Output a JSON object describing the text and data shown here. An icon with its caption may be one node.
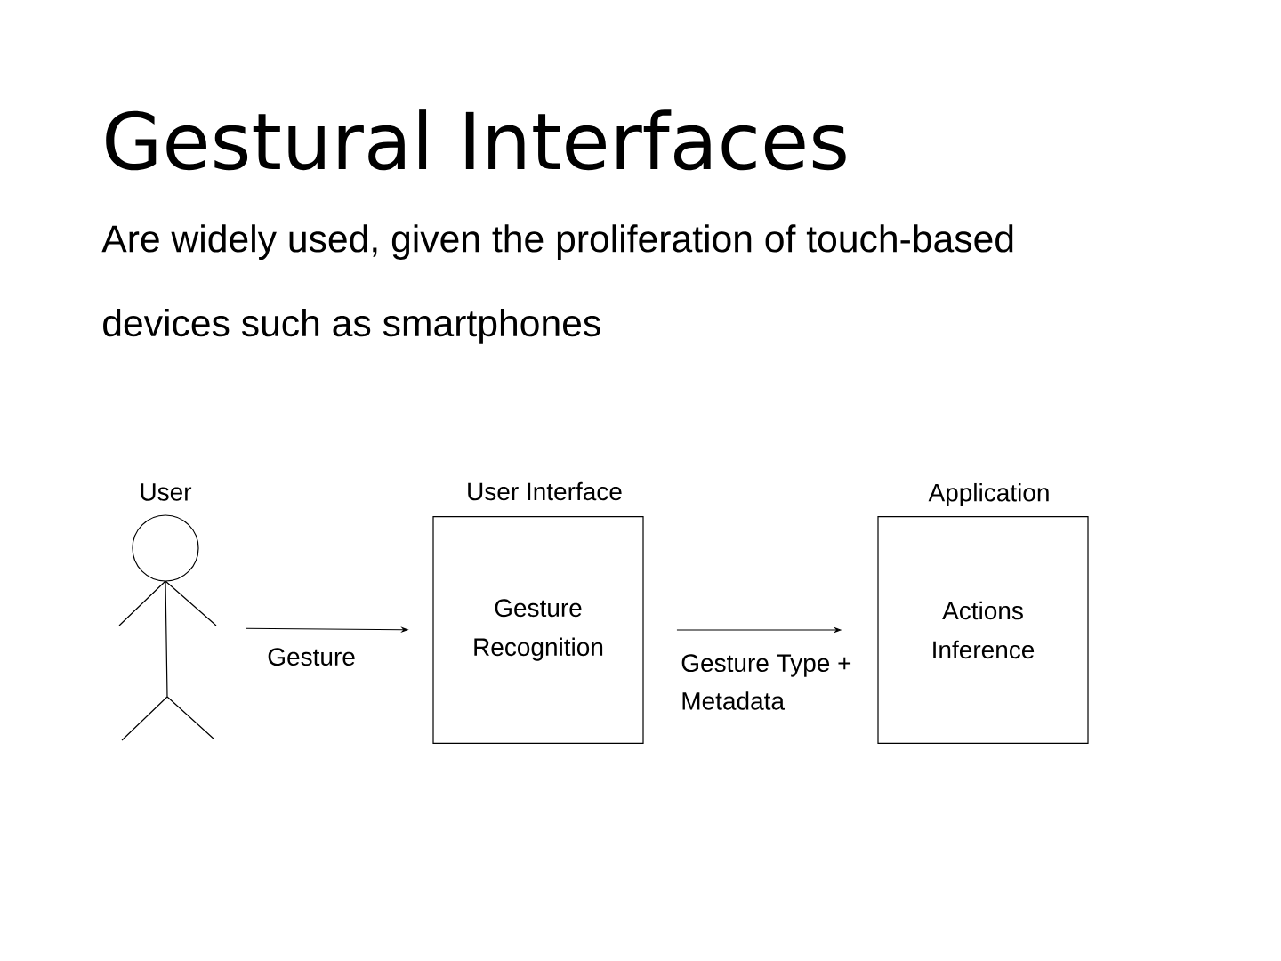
{
  "diagram": {
    "title": "Gestural Interfaces",
    "nodes": [
      {
        "text": [
          "User"
        ]
      },
      {
        "text": [
          "User Interface",
          "Gesture Recognition"
        ]
      },
      {
        "text": [
          "Application",
          "Actions Inference"
        ]
      }
    ],
    "edges": [
      {
        "from": 0,
        "to": 1,
        "arrow": "to",
        "label": "Gesture"
      },
      {
        "from": 1,
        "to": 2,
        "arrow": "to",
        "label": "Gesture Type + Metadata"
      }
    ],
    "labels": [
      "Are widely used, given the proliferation of touch-based devices such as smartphones"
    ]
  }
}
